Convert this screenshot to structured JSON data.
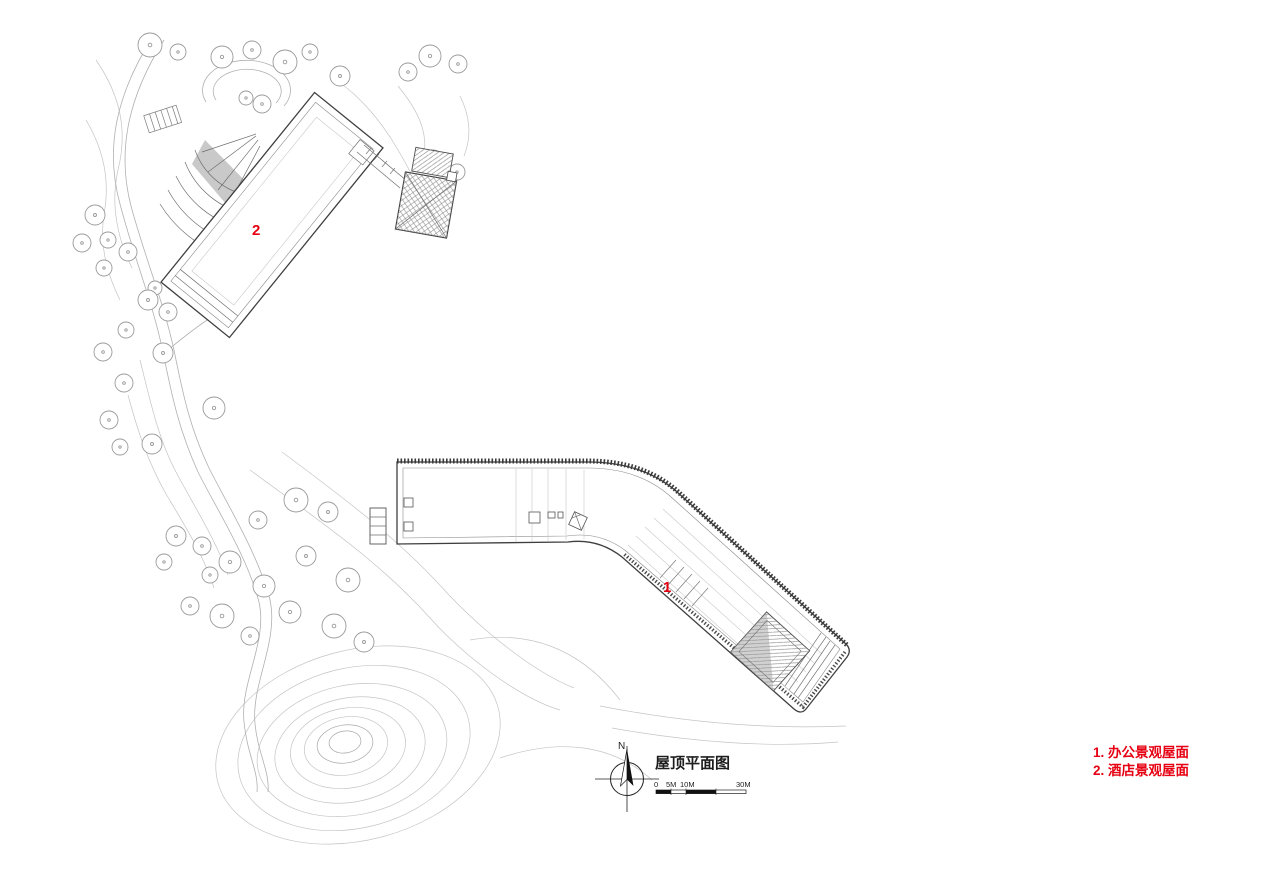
{
  "drawing": {
    "title": "屋顶平面图",
    "north_label": "N",
    "building_labels": {
      "office": "1",
      "hotel": "2"
    },
    "scale_bar": {
      "labels": [
        "0",
        "5M",
        "10M",
        "30M"
      ]
    },
    "legend": {
      "items": [
        "1. 办公景观屋面",
        "2. 酒店景观屋面"
      ]
    }
  },
  "colors": {
    "accent_red": "#e60012",
    "background": "#ffffff"
  }
}
